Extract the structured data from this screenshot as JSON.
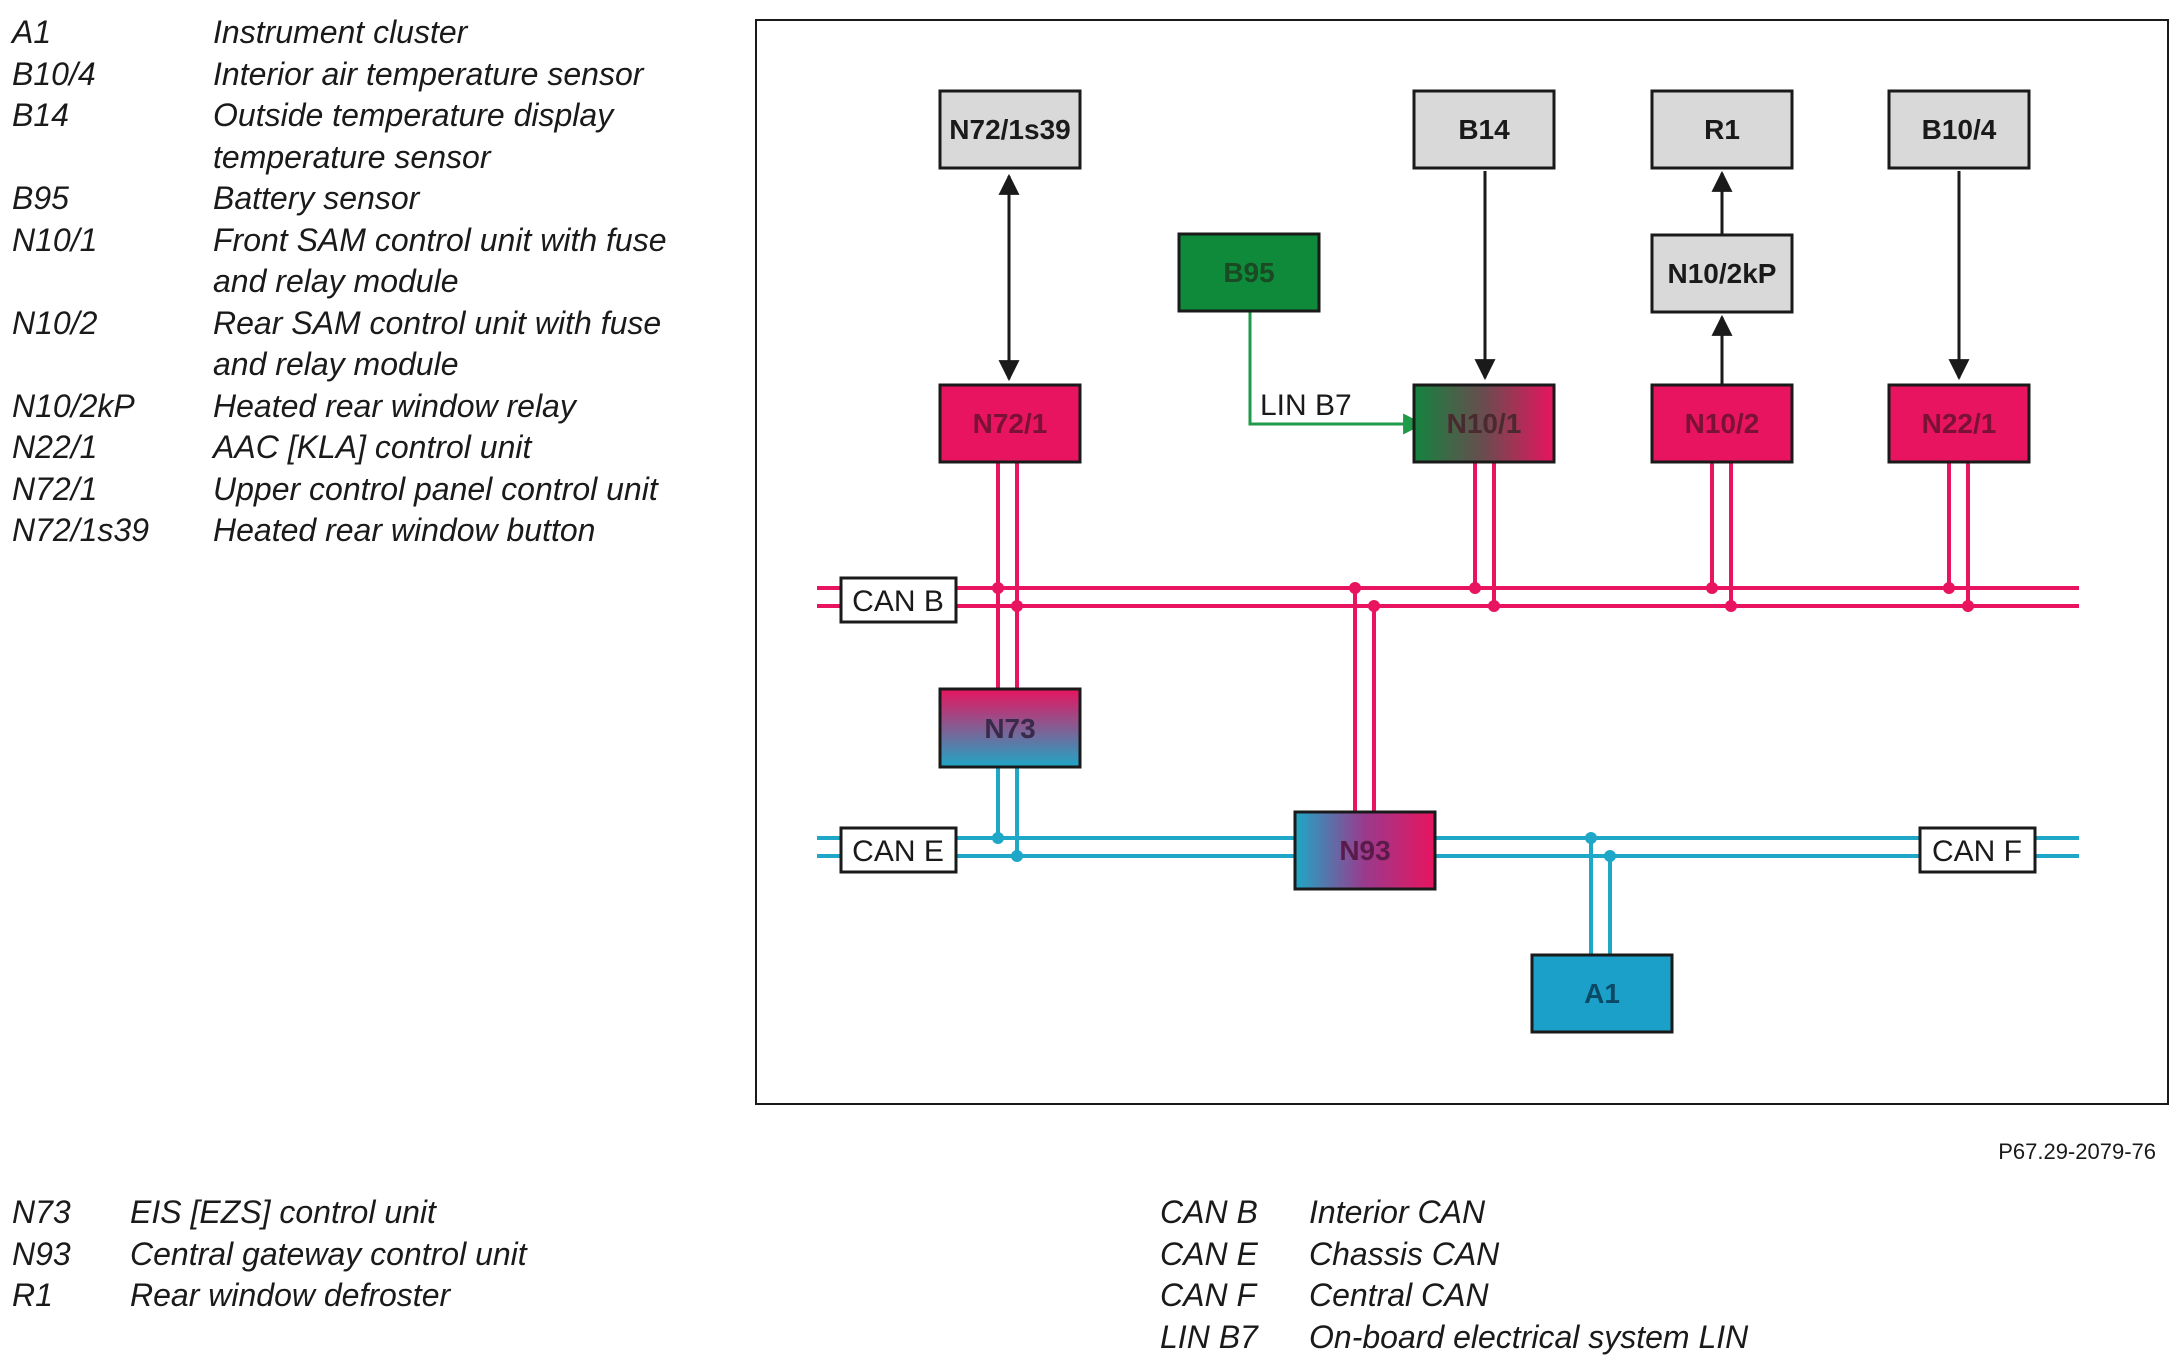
{
  "legend_top": [
    {
      "code": "A1",
      "desc": "Instrument cluster"
    },
    {
      "code": "B10/4",
      "desc": "Interior air temperature sensor"
    },
    {
      "code": "B14",
      "desc": "Outside temperature display temperature sensor"
    },
    {
      "code": "B95",
      "desc": "Battery sensor"
    },
    {
      "code": "N10/1",
      "desc": "Front SAM control unit with fuse and relay module"
    },
    {
      "code": "N10/2",
      "desc": "Rear SAM control unit with fuse and relay module"
    },
    {
      "code": "N10/2kP",
      "desc": "Heated rear window relay"
    },
    {
      "code": "N22/1",
      "desc": "AAC [KLA] control unit"
    },
    {
      "code": "N72/1",
      "desc": "Upper control panel control unit"
    },
    {
      "code": "N72/1s39",
      "desc": "Heated rear window button"
    }
  ],
  "legend_bottom_left": [
    {
      "code": "N73",
      "desc": "EIS [EZS] control unit"
    },
    {
      "code": "N93",
      "desc": "Central gateway control unit"
    },
    {
      "code": "R1",
      "desc": "Rear window defroster"
    }
  ],
  "legend_bottom_right": [
    {
      "code": "CAN B",
      "desc": "Interior CAN"
    },
    {
      "code": "CAN E",
      "desc": "Chassis CAN"
    },
    {
      "code": "CAN F",
      "desc": "Central CAN"
    },
    {
      "code": "LIN B7",
      "desc": "On-board electrical system LIN"
    }
  ],
  "diagram": {
    "nodes": {
      "n72_1s39": "N72/1s39",
      "b14": "B14",
      "r1": "R1",
      "b10_4": "B10/4",
      "b95": "B95",
      "n10_2kp": "N10/2kP",
      "n72_1": "N72/1",
      "n10_1": "N10/1",
      "n10_2": "N10/2",
      "n22_1": "N22/1",
      "n73": "N73",
      "n93": "N93",
      "a1": "A1"
    },
    "bus_labels": {
      "can_b": "CAN B",
      "can_e": "CAN E",
      "can_f": "CAN F",
      "lin_b7": "LIN B7"
    },
    "colors": {
      "can_b": "#e8145f",
      "can_e": "#1ea7c6",
      "lin": "#1f9a48",
      "component_grey": "#d9d9d9",
      "sensor_green": "#0e8a3a",
      "a1_blue": "#1ba1c9"
    }
  },
  "figure_ref": "P67.29-2079-76"
}
